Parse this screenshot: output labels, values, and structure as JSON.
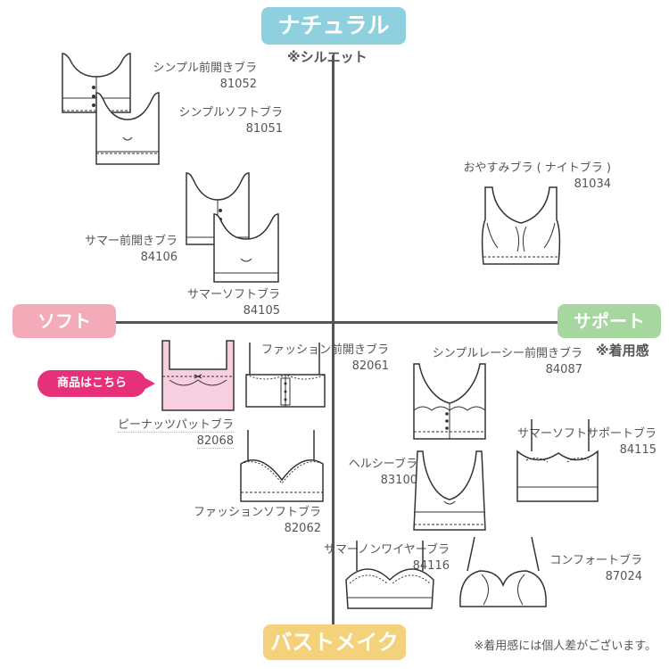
{
  "axes": {
    "top_label": "ナチュラル",
    "top_note": "※シルエット",
    "left_label": "ソフト",
    "right_label": "サポート",
    "right_note": "※着用感",
    "bottom_label": "バストメイク"
  },
  "colors": {
    "top": "#8fd0df",
    "left": "#f3aab9",
    "right": "#a5d79f",
    "bottom": "#f3d27b",
    "highlight": "#e6307a",
    "highlight_fill": "#f7cfe0"
  },
  "cta_label": "商品はこちら",
  "footnote": "※着用感には個人差がございます。",
  "products": [
    {
      "name": "シンプル前開きブラ",
      "code": "81052",
      "icon": "front-open-bra-icon"
    },
    {
      "name": "シンプルソフトブラ",
      "code": "81051",
      "icon": "soft-bra-icon"
    },
    {
      "name": "おやすみブラ ( ナイトブラ )",
      "code": "81034",
      "icon": "night-bra-icon"
    },
    {
      "name": "サマー前開きブラ",
      "code": "84106",
      "icon": "front-open-bra-icon"
    },
    {
      "name": "サマーソフトブラ",
      "code": "84105",
      "icon": "soft-bra-icon"
    },
    {
      "name": "ピーナッツパットブラ",
      "code": "82068",
      "icon": "pad-bra-icon"
    },
    {
      "name": "ファッション前開きブラ",
      "code": "82061",
      "icon": "front-open-bra-icon"
    },
    {
      "name": "シンプルレーシー前開きブラ",
      "code": "84087",
      "icon": "lacy-front-open-bra-icon"
    },
    {
      "name": "サマーソフトサポートブラ",
      "code": "84115",
      "icon": "support-bra-icon"
    },
    {
      "name": "ヘルシーブラ",
      "code": "83100",
      "icon": "healthy-bra-icon"
    },
    {
      "name": "ファッションソフトブラ",
      "code": "82062",
      "icon": "soft-bra-icon"
    },
    {
      "name": "サマーノンワイヤーブラ",
      "code": "84116",
      "icon": "non-wire-bra-icon"
    },
    {
      "name": "コンフォートブラ",
      "code": "87024",
      "icon": "comfort-bra-icon"
    }
  ]
}
